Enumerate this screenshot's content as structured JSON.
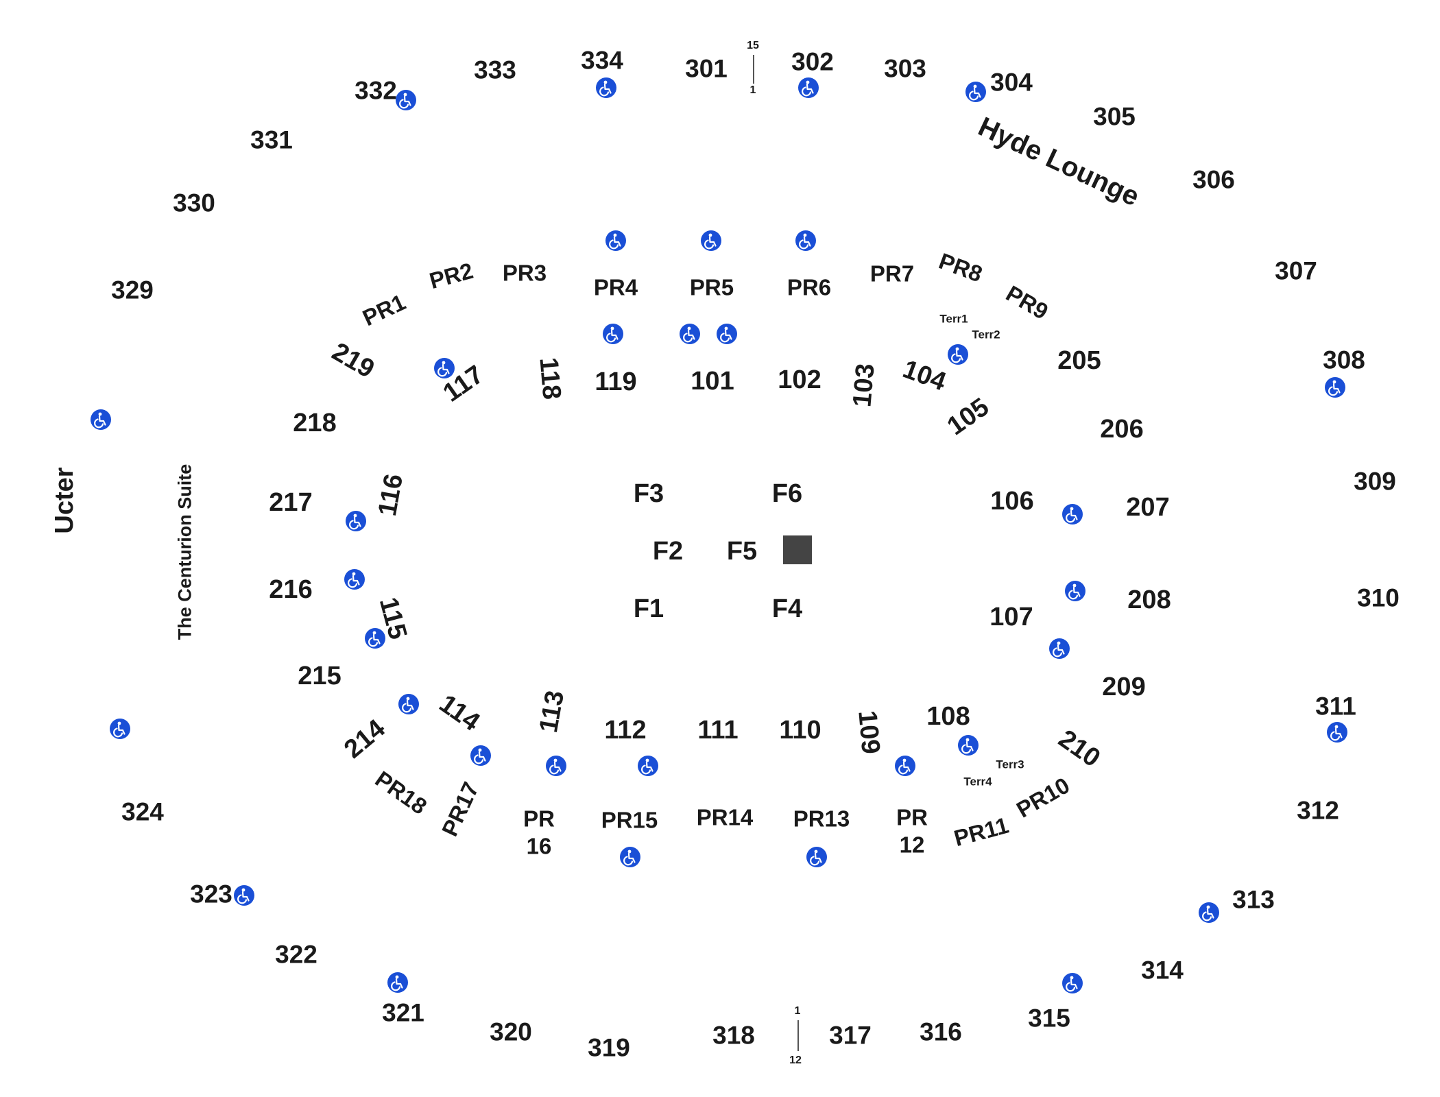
{
  "map_title": "Ucter",
  "suite_label": "The Centurion Suite",
  "lounge_label": "Hyde Lounge",
  "floor_sections": [
    "F1",
    "F2",
    "F3",
    "F4",
    "F5",
    "F6"
  ],
  "sections_300": [
    "301",
    "302",
    "303",
    "304",
    "305",
    "306",
    "307",
    "308",
    "309",
    "310",
    "311",
    "312",
    "313",
    "314",
    "315",
    "316",
    "317",
    "318",
    "319",
    "320",
    "321",
    "322",
    "323",
    "324",
    "329",
    "330",
    "331",
    "332",
    "333",
    "334"
  ],
  "sections_200": [
    "205",
    "206",
    "207",
    "208",
    "209",
    "210",
    "214",
    "215",
    "216",
    "217",
    "218",
    "219"
  ],
  "sections_100": [
    "101",
    "102",
    "103",
    "104",
    "105",
    "106",
    "107",
    "108",
    "109",
    "110",
    "111",
    "112",
    "113",
    "114",
    "115",
    "116",
    "117",
    "118",
    "119"
  ],
  "premium_sections": [
    "PR1",
    "PR2",
    "PR3",
    "PR4",
    "PR5",
    "PR6",
    "PR7",
    "PR8",
    "PR9",
    "PR10",
    "PR11",
    "PR 12",
    "PR13",
    "PR14",
    "PR15",
    "PR 16",
    "PR17",
    "PR18"
  ],
  "terrace_labels": [
    "Terr1",
    "Terr2",
    "Terr3",
    "Terr4"
  ],
  "row_markers": {
    "top_first": "1",
    "top_last": "15",
    "bottom_first": "1",
    "bottom_last": "12"
  },
  "accent_color": "#1a4fd6",
  "stage_color": "#444444",
  "accessible_icon": "wheelchair-icon"
}
